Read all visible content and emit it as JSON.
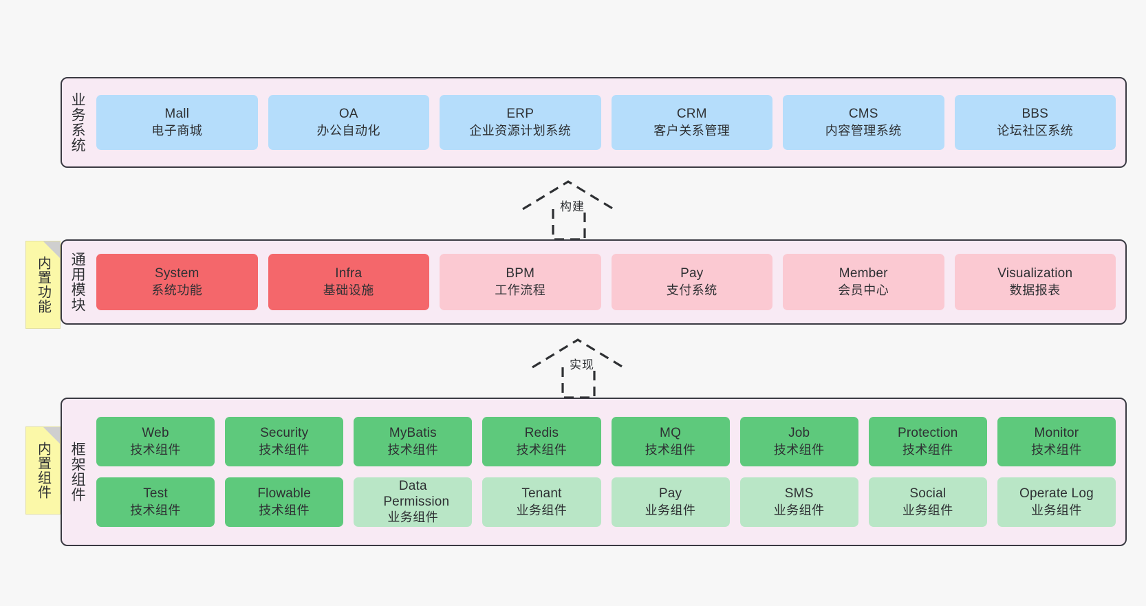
{
  "diagram": {
    "background_color": "#f7f7f7",
    "panel_fill": "#f8eaf4",
    "panel_border": "#3a3a42",
    "note_fill": "#fbf8a8"
  },
  "layers": [
    {
      "id": "business",
      "title": "业务系统",
      "card_color": "#b5ddfb",
      "cards": [
        {
          "en": "Mall",
          "cn": "电子商城"
        },
        {
          "en": "OA",
          "cn": "办公自动化"
        },
        {
          "en": "ERP",
          "cn": "企业资源计划系统"
        },
        {
          "en": "CRM",
          "cn": "客户关系管理"
        },
        {
          "en": "CMS",
          "cn": "内容管理系统"
        },
        {
          "en": "BBS",
          "cn": "论坛社区系统"
        }
      ]
    },
    {
      "id": "common",
      "title": "通用模块",
      "note": "内置功能",
      "card_color_primary": "#f4676b",
      "card_color_secondary": "#fbc9d2",
      "cards": [
        {
          "en": "System",
          "cn": "系统功能",
          "style": "red"
        },
        {
          "en": "Infra",
          "cn": "基础设施",
          "style": "red"
        },
        {
          "en": "BPM",
          "cn": "工作流程",
          "style": "pink"
        },
        {
          "en": "Pay",
          "cn": "支付系统",
          "style": "pink"
        },
        {
          "en": "Member",
          "cn": "会员中心",
          "style": "pink"
        },
        {
          "en": "Visualization",
          "cn": "数据报表",
          "style": "pink"
        }
      ]
    },
    {
      "id": "framework",
      "title": "框架组件",
      "note": "内置组件",
      "card_color_primary": "#5ec97c",
      "card_color_secondary": "#b9e6c6",
      "rows": [
        [
          {
            "en": "Web",
            "cn": "技术组件",
            "style": "green"
          },
          {
            "en": "Security",
            "cn": "技术组件",
            "style": "green"
          },
          {
            "en": "MyBatis",
            "cn": "技术组件",
            "style": "green"
          },
          {
            "en": "Redis",
            "cn": "技术组件",
            "style": "green"
          },
          {
            "en": "MQ",
            "cn": "技术组件",
            "style": "green"
          },
          {
            "en": "Job",
            "cn": "技术组件",
            "style": "green"
          },
          {
            "en": "Protection",
            "cn": "技术组件",
            "style": "green"
          },
          {
            "en": "Monitor",
            "cn": "技术组件",
            "style": "green"
          }
        ],
        [
          {
            "en": "Test",
            "cn": "技术组件",
            "style": "green"
          },
          {
            "en": "Flowable",
            "cn": "技术组件",
            "style": "green"
          },
          {
            "en": "Data Permission",
            "cn": "业务组件",
            "style": "mintlt"
          },
          {
            "en": "Tenant",
            "cn": "业务组件",
            "style": "mintlt"
          },
          {
            "en": "Pay",
            "cn": "业务组件",
            "style": "mintlt"
          },
          {
            "en": "SMS",
            "cn": "业务组件",
            "style": "mintlt"
          },
          {
            "en": "Social",
            "cn": "业务组件",
            "style": "mintlt"
          },
          {
            "en": "Operate Log",
            "cn": "业务组件",
            "style": "mintlt"
          }
        ]
      ]
    }
  ],
  "connectors": [
    {
      "id": "build",
      "label": "构建",
      "from": "common",
      "to": "business",
      "style": "dashed-generalization"
    },
    {
      "id": "implement",
      "label": "实现",
      "from": "framework",
      "to": "common",
      "style": "dashed-generalization"
    }
  ]
}
